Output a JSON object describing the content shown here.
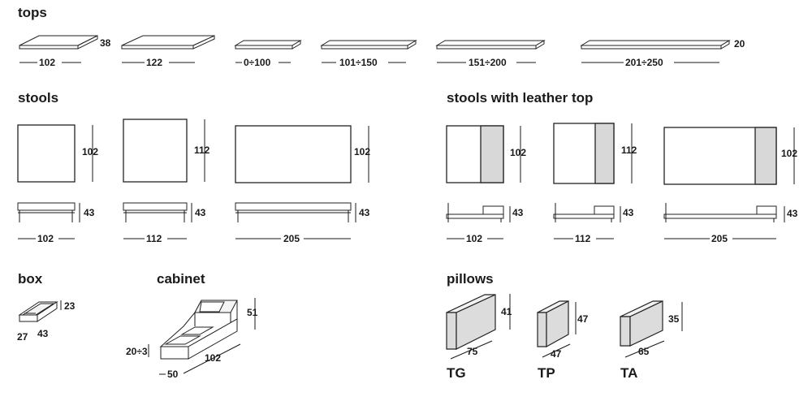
{
  "sections": {
    "tops": "tops",
    "stools": "stools",
    "stools_leather": "stools with leather top",
    "box": "box",
    "cabinet": "cabinet",
    "pillows": "pillows"
  },
  "tops": {
    "thickness_a": "38",
    "thickness_b": "20",
    "widths": [
      "102",
      "122",
      "0÷100",
      "101÷150",
      "151÷200",
      "201÷250"
    ]
  },
  "stools": {
    "depths": [
      "102",
      "112",
      "102"
    ],
    "height": "43",
    "widths": [
      "102",
      "112",
      "205"
    ]
  },
  "stools_leather": {
    "depths": [
      "102",
      "112",
      "102"
    ],
    "height": "43",
    "widths": [
      "102",
      "112",
      "205"
    ]
  },
  "box": {
    "height": "23",
    "depth": "27",
    "width": "43"
  },
  "cabinet": {
    "height": "51",
    "leg": "20÷3",
    "length": "102",
    "depth": "50"
  },
  "pillows": [
    {
      "code": "TG",
      "width": "75",
      "height": "41"
    },
    {
      "code": "TP",
      "width": "47",
      "height": "47"
    },
    {
      "code": "TA",
      "width": "65",
      "height": "35"
    }
  ]
}
